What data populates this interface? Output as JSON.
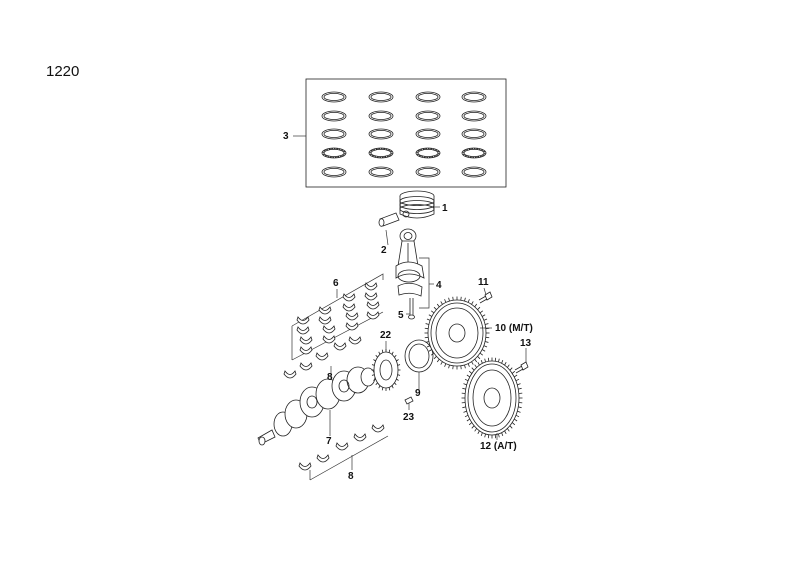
{
  "page_number": "1220",
  "callouts": [
    {
      "id": "1",
      "text": "1"
    },
    {
      "id": "2",
      "text": "2"
    },
    {
      "id": "3",
      "text": "3"
    },
    {
      "id": "4",
      "text": "4"
    },
    {
      "id": "5",
      "text": "5"
    },
    {
      "id": "6",
      "text": "6"
    },
    {
      "id": "7",
      "text": "7"
    },
    {
      "id": "8a",
      "text": "8"
    },
    {
      "id": "8b",
      "text": "8"
    },
    {
      "id": "9",
      "text": "9"
    },
    {
      "id": "10",
      "text": "10 (M/T)"
    },
    {
      "id": "11",
      "text": "11"
    },
    {
      "id": "12",
      "text": "12 (A/T)"
    },
    {
      "id": "13",
      "text": "13"
    },
    {
      "id": "22",
      "text": "22"
    },
    {
      "id": "23",
      "text": "23"
    }
  ]
}
